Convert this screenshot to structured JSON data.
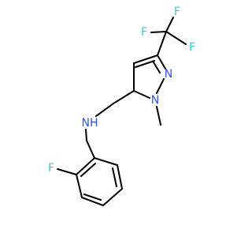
{
  "molecule": {
    "atoms": [
      {
        "id": "F1",
        "label": "F",
        "color": "#33cccc"
      },
      {
        "id": "F2",
        "label": "F",
        "color": "#33cccc"
      },
      {
        "id": "F3",
        "label": "F",
        "color": "#33cccc"
      },
      {
        "id": "N1",
        "label": "N",
        "color": "#3050f8"
      },
      {
        "id": "N2",
        "label": "N",
        "color": "#3050f8"
      },
      {
        "id": "NH",
        "label": "NH",
        "color": "#3050f8"
      },
      {
        "id": "F4",
        "label": "F",
        "color": "#33cccc"
      }
    ],
    "bond_color": "#000000"
  }
}
